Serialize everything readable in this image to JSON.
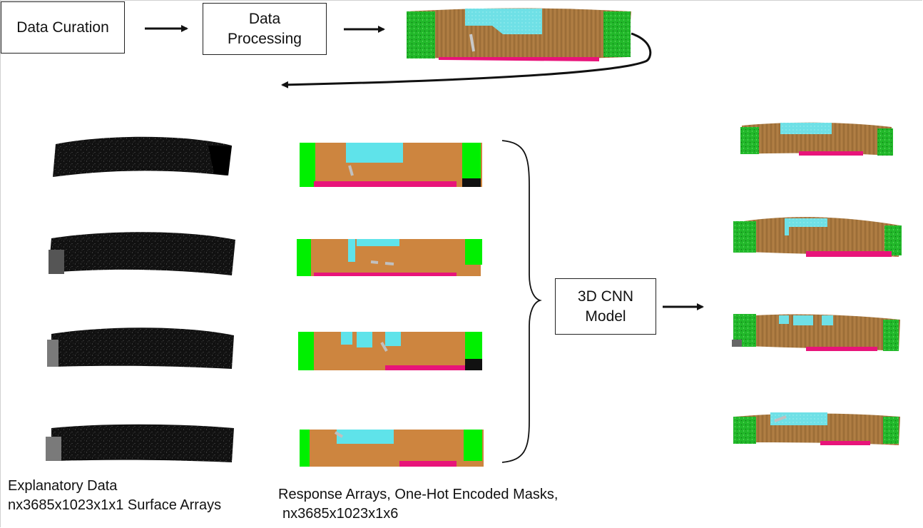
{
  "steps": {
    "curation": "Data Curation",
    "processing_line1": "Data",
    "processing_line2": "Processing",
    "model_line1": "3D CNN",
    "model_line2": "Model"
  },
  "captions": {
    "explanatory_line1": "Explanatory Data",
    "explanatory_line2": "nx3685x1023x1x1 Surface Arrays",
    "response_line1": "Response Arrays, One-Hot Encoded Masks,",
    "response_line2": "nx3685x1023x1x6"
  },
  "colors": {
    "wood": "#a8773e",
    "mask_wood": "#cd853f",
    "ice": "#5fe3ea",
    "green": "#22c32a",
    "bright_green": "#00f000",
    "magenta": "#e8147a",
    "gray": "#b5b5b5",
    "black": "#111111"
  }
}
